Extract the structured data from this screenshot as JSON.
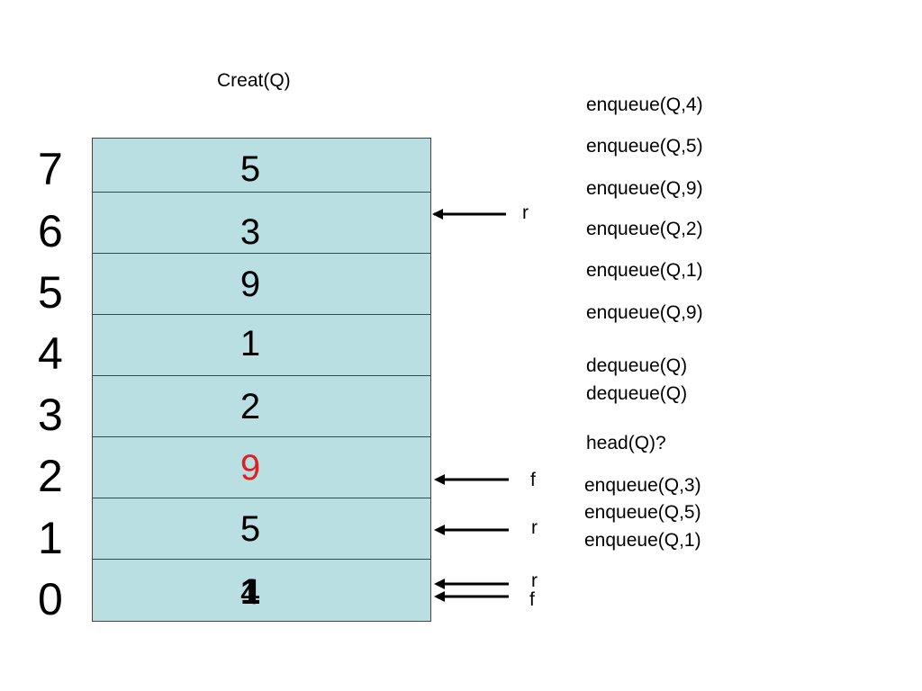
{
  "title": "Creat(Q)",
  "queue": {
    "cells": [
      {
        "index": "7",
        "value": "5"
      },
      {
        "index": "6",
        "value": "3"
      },
      {
        "index": "5",
        "value": "9"
      },
      {
        "index": "4",
        "value": "1"
      },
      {
        "index": "3",
        "value": "2"
      },
      {
        "index": "2",
        "value": "9"
      },
      {
        "index": "1",
        "value": "5"
      },
      {
        "index": "0",
        "value": "1",
        "overlay": "4"
      }
    ],
    "colors": {
      "cell_fill": "#b9dfe3",
      "highlight": "#e02020",
      "text": "#000000"
    },
    "highlight_index": "2"
  },
  "pointers": [
    {
      "label": "r",
      "target_index": "6"
    },
    {
      "label": "f",
      "target_index": "2"
    },
    {
      "label": "r",
      "target_index": "1"
    },
    {
      "label": "r",
      "target_index": "0"
    },
    {
      "label": "f",
      "target_index": "0"
    }
  ],
  "operations": [
    "enqueue(Q,4)",
    "enqueue(Q,5)",
    "enqueue(Q,9)",
    "enqueue(Q,2)",
    "enqueue(Q,1)",
    "enqueue(Q,9)",
    "dequeue(Q)",
    "dequeue(Q)",
    "head(Q)?",
    "enqueue(Q,3)",
    "enqueue(Q,5)",
    "enqueue(Q,1)"
  ]
}
